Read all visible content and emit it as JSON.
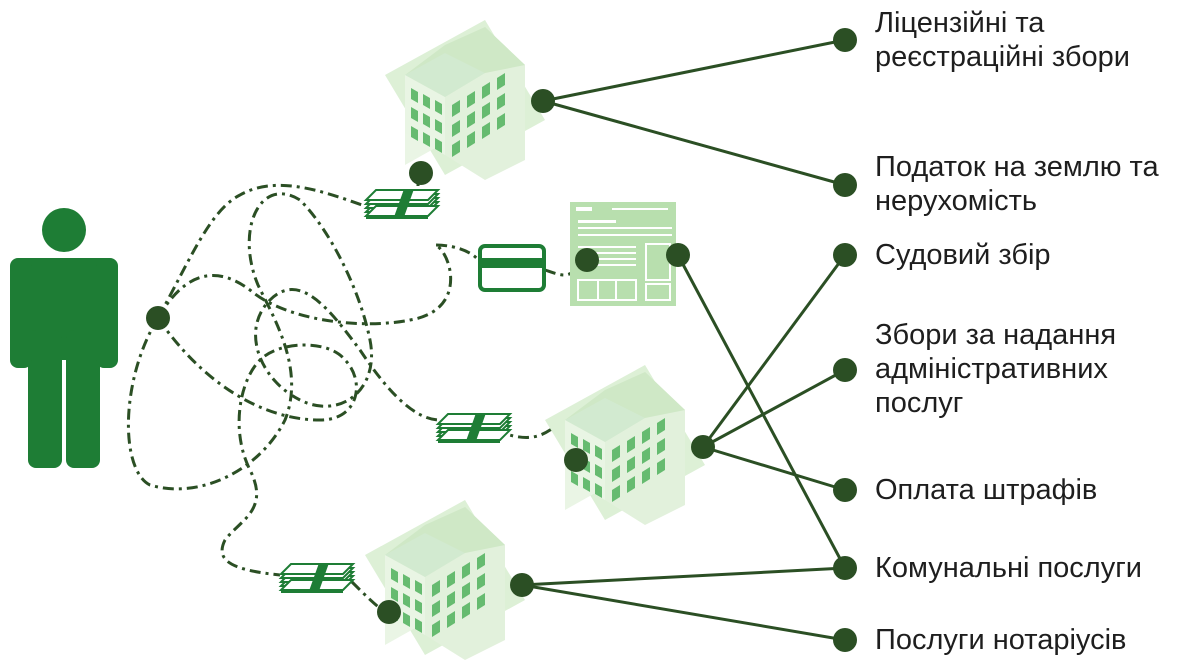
{
  "labels": {
    "licensing_fees": {
      "line1": "Ліцензійні та",
      "line2": "реєстраційні збори"
    },
    "land_property_tax": {
      "line1": "Податок на землю та",
      "line2": "нерухомість"
    },
    "court_fee": "Судовий збір",
    "admin_service_fees": {
      "line1": "Збори за надання",
      "line2": "адміністративних",
      "line3": "послуг"
    },
    "fines_payment": "Оплата штрафів",
    "utilities": "Комунальні послуги",
    "notary_services": "Послуги нотаріусів"
  },
  "colors": {
    "dark_green": "#2b4f24",
    "person_green": "#1e7d35",
    "building_face_light": "#e4f2df",
    "building_face_shade": "#d5ebce",
    "building_roof": "#cde8c4",
    "window_green": "#66bb70",
    "label_text": "#1e1e1e"
  },
  "icons": [
    "person-icon",
    "building-icon",
    "cash-bundle-icon",
    "bank-card-icon",
    "payment-form-icon"
  ]
}
